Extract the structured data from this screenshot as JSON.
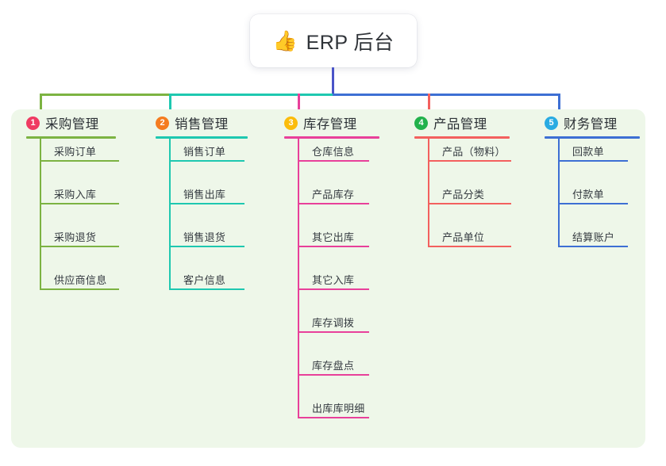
{
  "root": {
    "icon": "thumbs-up-icon",
    "emoji": "👍",
    "label": "ERP 后台"
  },
  "theme": {
    "page_background": "#ffffff",
    "panel_background": "#eef7e9",
    "card_background": "#ffffff",
    "title_text_color": "#2f3338",
    "item_text_color": "#343a40",
    "stem_color": "#4a54c8"
  },
  "columns": [
    {
      "number": "1",
      "title": "采购管理",
      "badge_color": "#ef3b62",
      "line_color": "#7cb342",
      "items": [
        {
          "label": "采购订单"
        },
        {
          "label": "采购入库"
        },
        {
          "label": "采购退货"
        },
        {
          "label": "供应商信息"
        }
      ]
    },
    {
      "number": "2",
      "title": "销售管理",
      "badge_color": "#f57c20",
      "line_color": "#1ec8b0",
      "items": [
        {
          "label": "销售订单"
        },
        {
          "label": "销售出库"
        },
        {
          "label": "销售退货"
        },
        {
          "label": "客户信息"
        }
      ]
    },
    {
      "number": "3",
      "title": "库存管理",
      "badge_color": "#fbbc0b",
      "line_color": "#e8409a",
      "items": [
        {
          "label": "仓库信息"
        },
        {
          "label": "产品库存"
        },
        {
          "label": "其它出库"
        },
        {
          "label": "其它入库"
        },
        {
          "label": "库存调拨"
        },
        {
          "label": "库存盘点"
        },
        {
          "label": "出库库明细"
        }
      ]
    },
    {
      "number": "4",
      "title": "产品管理",
      "badge_color": "#22b24c",
      "line_color": "#f3605e",
      "items": [
        {
          "label": "产品（物料）"
        },
        {
          "label": "产品分类"
        },
        {
          "label": "产品单位"
        }
      ]
    },
    {
      "number": "5",
      "title": "财务管理",
      "badge_color": "#29abe2",
      "line_color": "#3d6fd4",
      "items": [
        {
          "label": "回款单"
        },
        {
          "label": "付款单"
        },
        {
          "label": "结算账户"
        }
      ]
    }
  ]
}
